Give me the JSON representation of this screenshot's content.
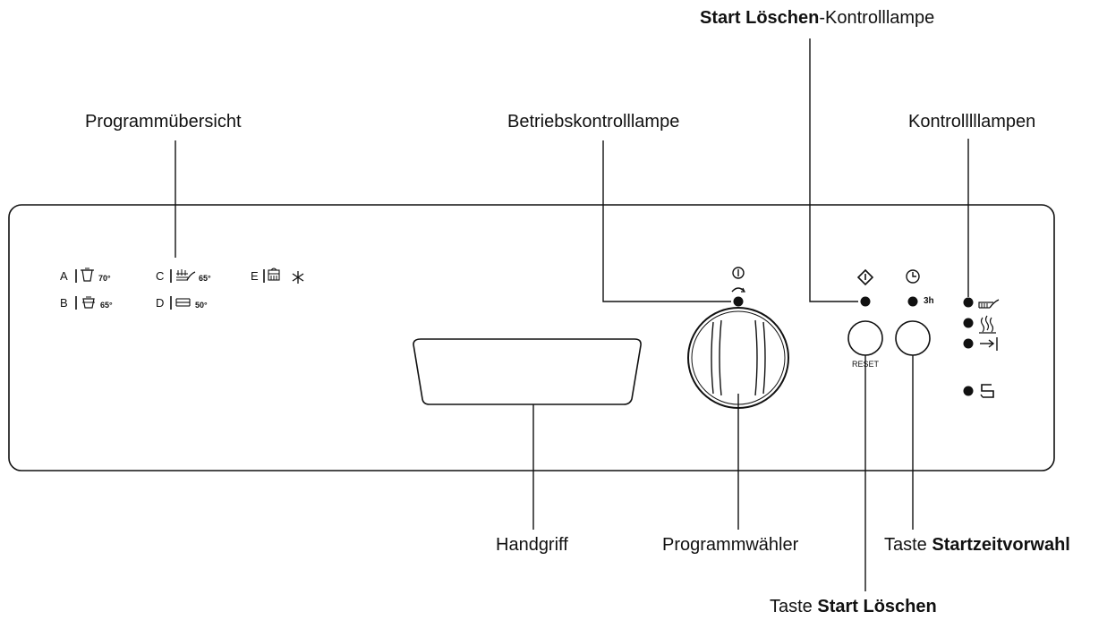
{
  "labels": {
    "start_loeschen_lamp": {
      "bold": "Start Löschen",
      "rest": "-Kontrolllampe"
    },
    "programmuebersicht": "Programmübersicht",
    "betriebskontrolllampe": "Betriebskontrolllampe",
    "kontrolllampen": "Kontrolllllampen",
    "handgriff": "Handgriff",
    "programmwaehler": "Programmwähler",
    "taste_startzeitvorwahl": {
      "plain": "Taste ",
      "bold": "Startzeitvorwahl"
    },
    "taste_start_loeschen": {
      "plain": "Taste ",
      "bold": "Start Löschen"
    }
  },
  "programs": [
    {
      "letter": "A",
      "icon": "pot-icon",
      "temp": "70°"
    },
    {
      "letter": "B",
      "icon": "pan-icon",
      "temp": "65°"
    },
    {
      "letter": "C",
      "icon": "cutlery-icon",
      "temp": "65°"
    },
    {
      "letter": "D",
      "icon": "plates-icon",
      "temp": "50°"
    },
    {
      "letter": "E",
      "icon": "rinse-icon",
      "temp": ""
    }
  ],
  "panel": {
    "reset_label": "RESET",
    "delay_label": "3h",
    "power_icon": "power-icon",
    "start_icon": "start-diamond-icon",
    "timer_icon": "clock-icon",
    "indicator_icons": [
      "wash-icon",
      "drying-icon",
      "end-icon",
      "salt-icon"
    ]
  }
}
